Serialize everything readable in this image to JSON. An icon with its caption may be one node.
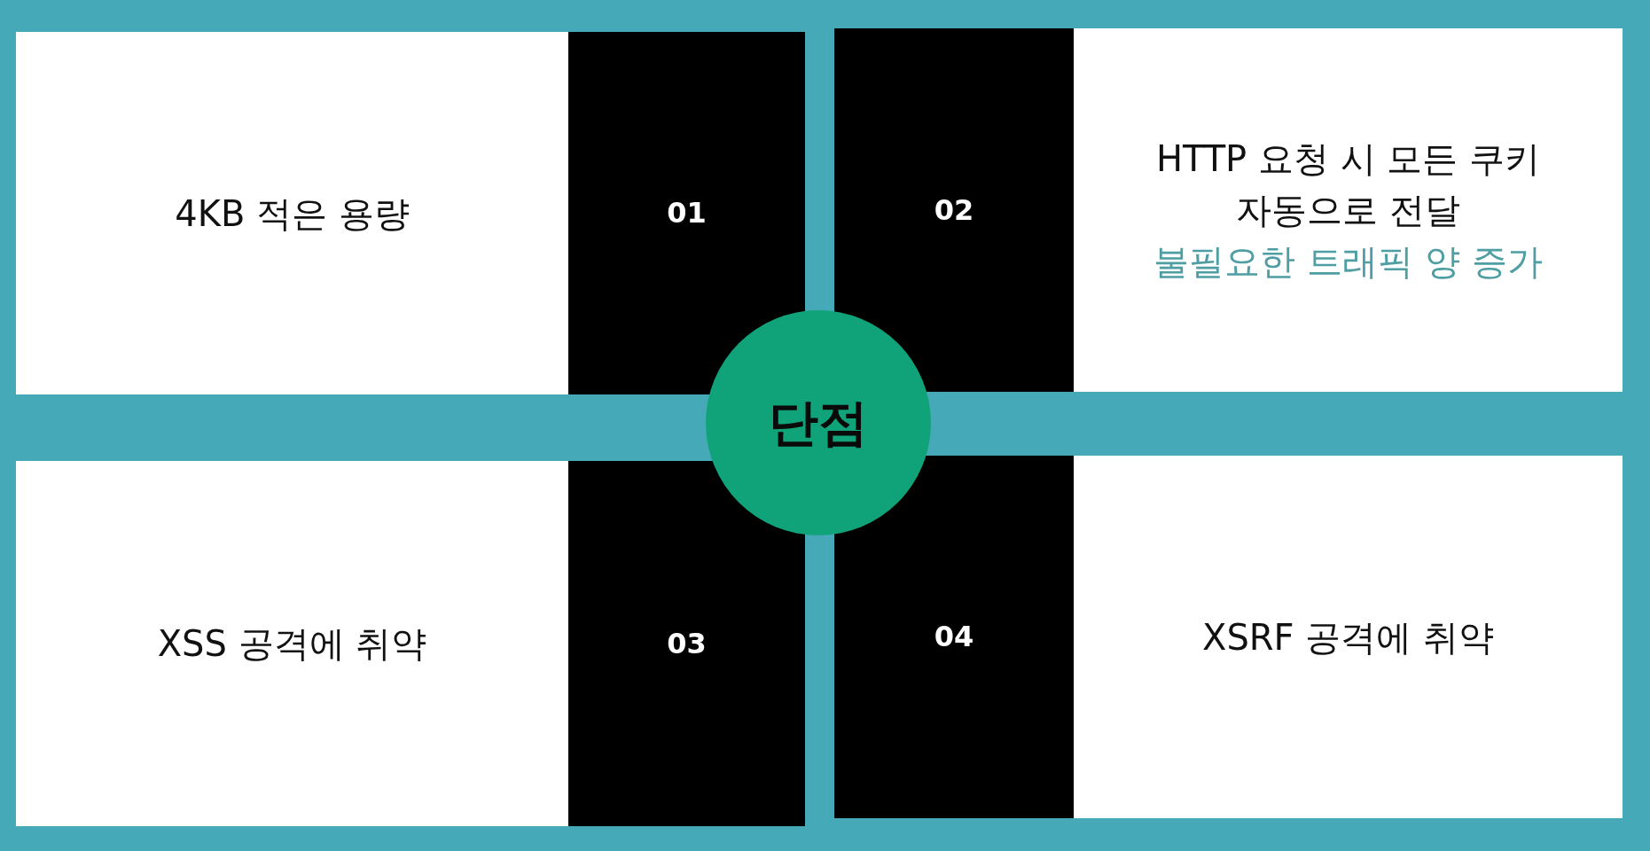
{
  "diagram": {
    "nodes": [
      {
        "text": [
          "4KB 적은 용량"
        ]
      },
      {
        "text": [
          "01"
        ]
      },
      {
        "text": [
          "02"
        ]
      },
      {
        "text": [
          "HTTP 요청 시 모든 쿠키 자동으로 전달",
          "불필요한 트래픽 양 증가"
        ]
      },
      {
        "text": [
          "단점"
        ]
      },
      {
        "text": [
          "XSS 공격에 취약"
        ]
      },
      {
        "text": [
          "03"
        ]
      },
      {
        "text": [
          "04"
        ]
      },
      {
        "text": [
          "XSRF 공격에 취약"
        ]
      }
    ]
  }
}
